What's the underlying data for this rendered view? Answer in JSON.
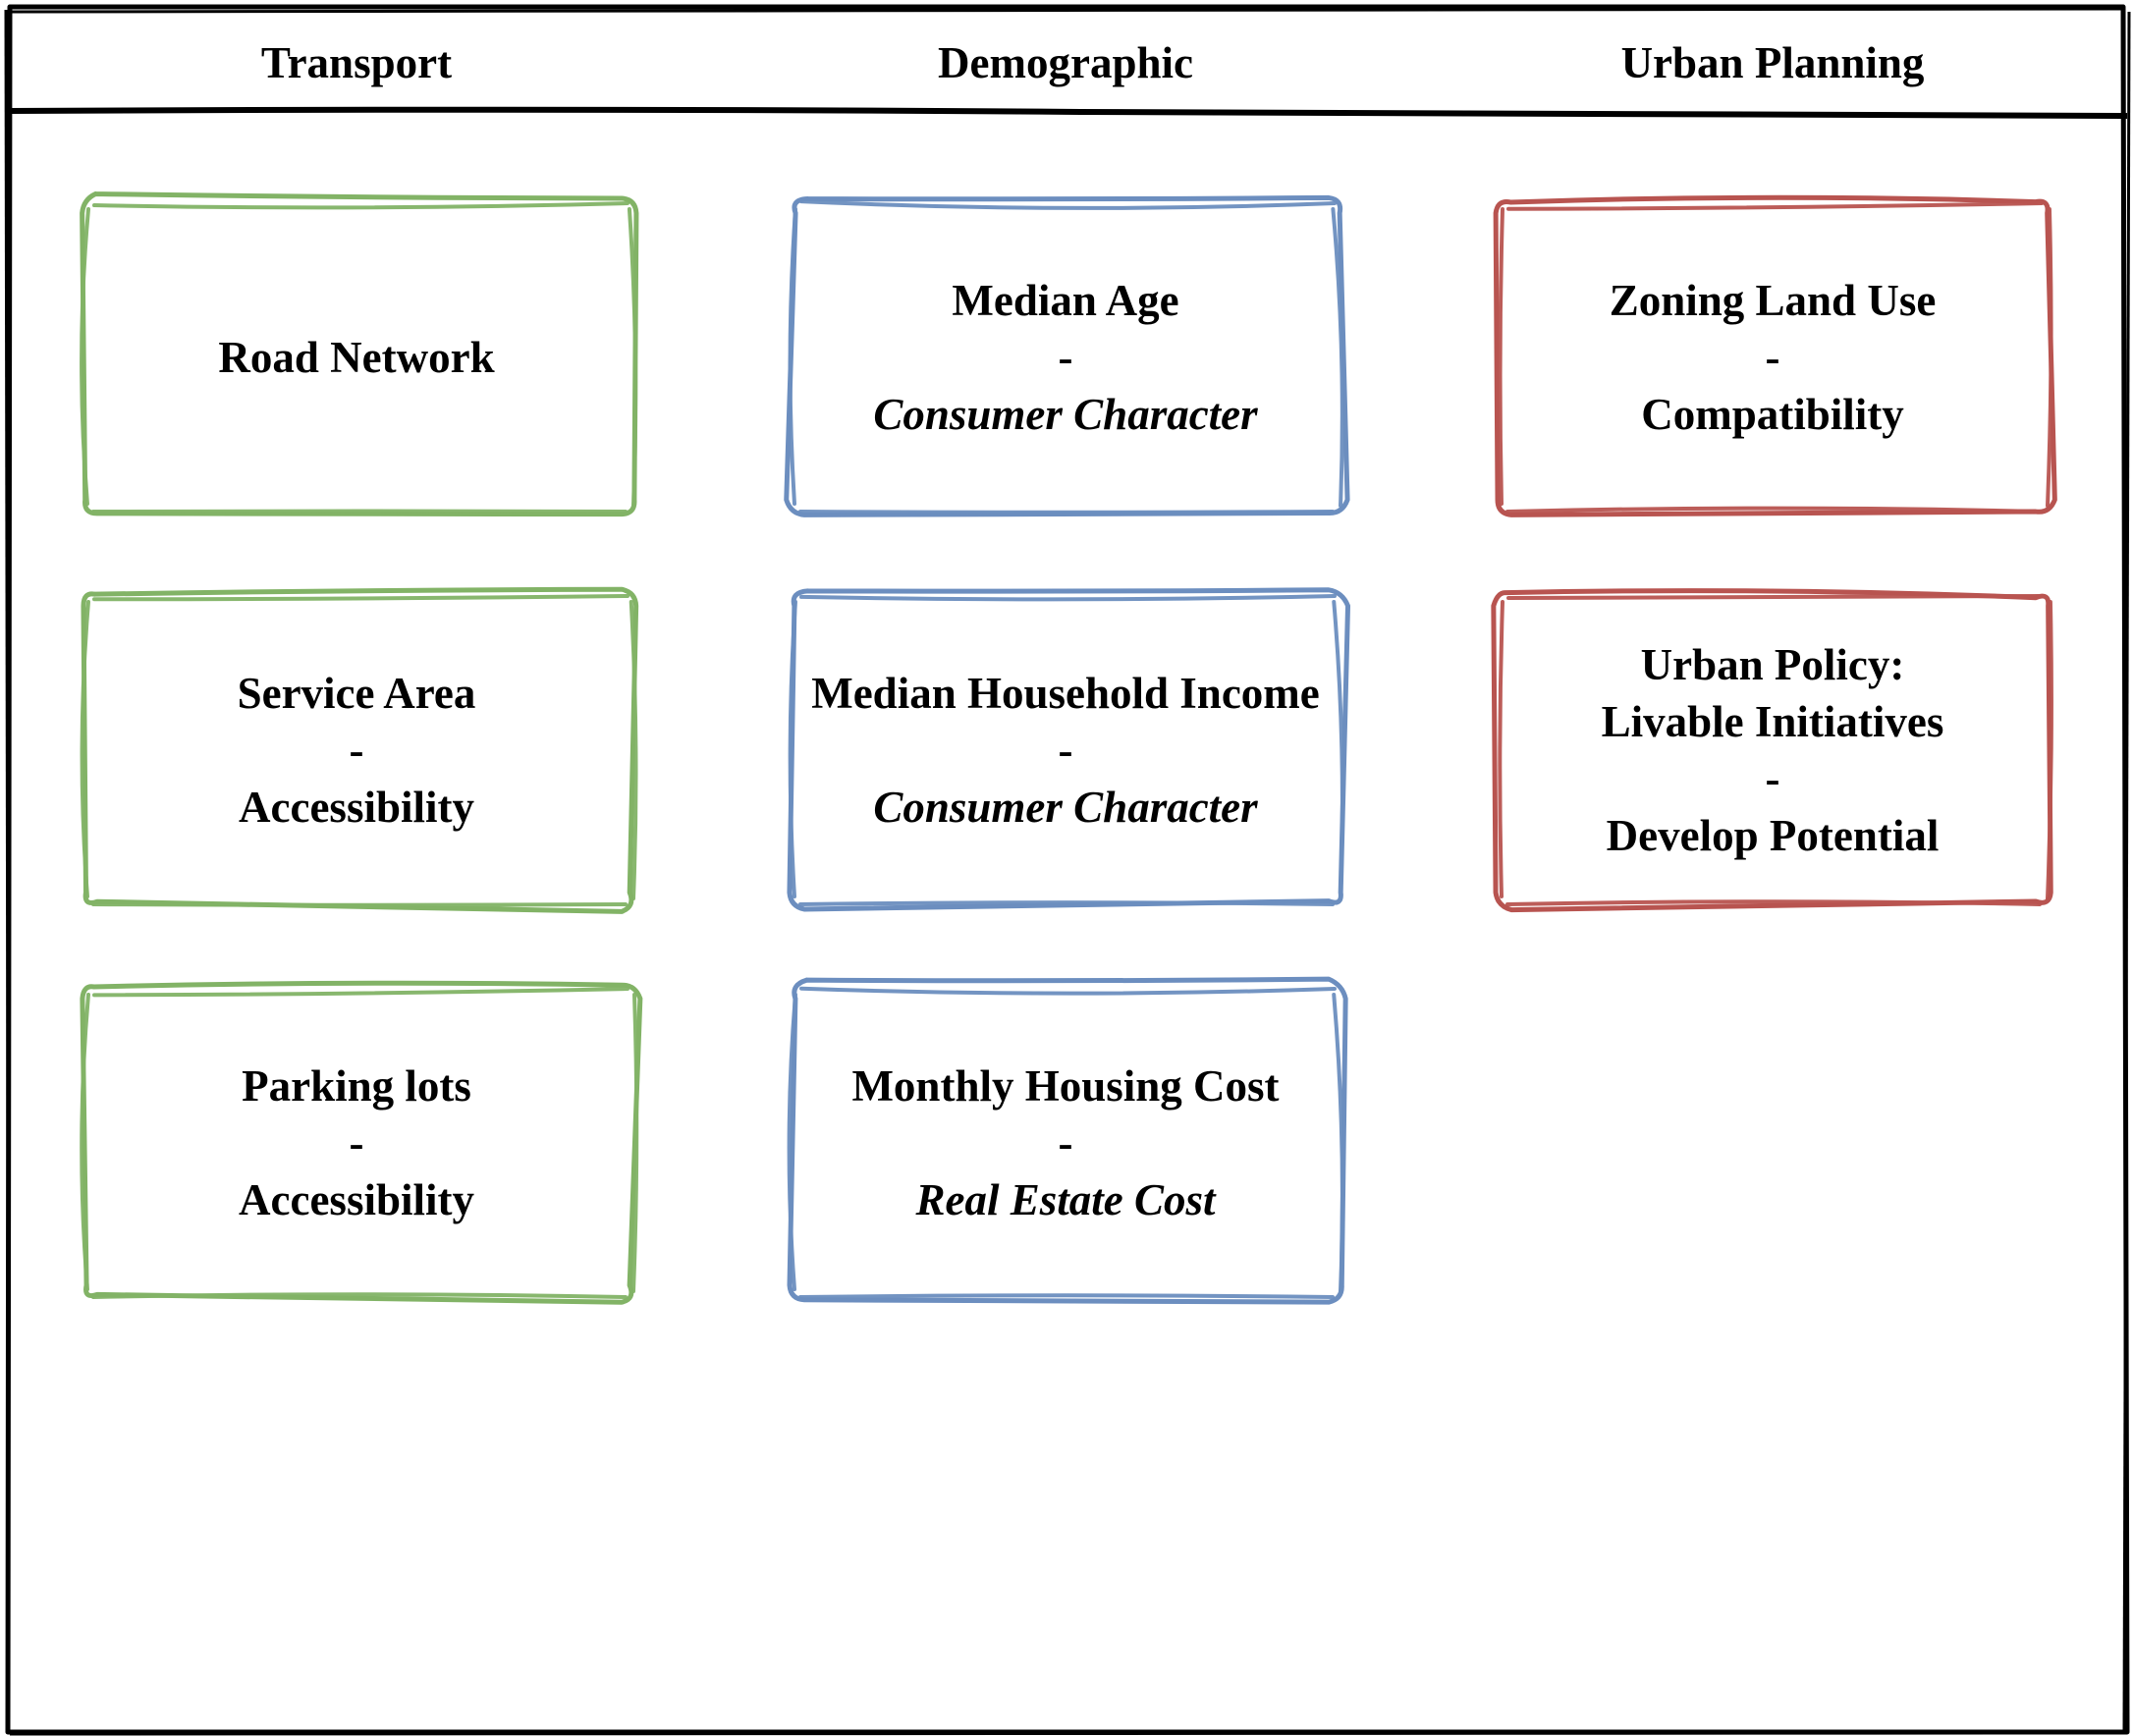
{
  "colors": {
    "frame": "#000000",
    "transport": "#82b366",
    "demographic": "#6c8ebf",
    "urban": "#b85450"
  },
  "columns": [
    {
      "id": "transport",
      "header": "Transport",
      "cards": [
        {
          "lines": [
            {
              "text": "Road Network",
              "italic": false
            }
          ]
        },
        {
          "lines": [
            {
              "text": "Service Area",
              "italic": false
            },
            {
              "text": "-",
              "italic": false
            },
            {
              "text": "Accessibility",
              "italic": false
            }
          ]
        },
        {
          "lines": [
            {
              "text": "Parking lots",
              "italic": false
            },
            {
              "text": "-",
              "italic": false
            },
            {
              "text": "Accessibility",
              "italic": false
            }
          ]
        }
      ]
    },
    {
      "id": "demographic",
      "header": "Demographic",
      "cards": [
        {
          "lines": [
            {
              "text": "Median Age",
              "italic": false
            },
            {
              "text": "-",
              "italic": false
            },
            {
              "text": "Consumer Character",
              "italic": true
            }
          ]
        },
        {
          "lines": [
            {
              "text": "Median Household Income",
              "italic": false
            },
            {
              "text": "-",
              "italic": false
            },
            {
              "text": "Consumer Character",
              "italic": true
            }
          ]
        },
        {
          "lines": [
            {
              "text": "Monthly Housing Cost",
              "italic": false
            },
            {
              "text": "-",
              "italic": false
            },
            {
              "text": "Real Estate Cost",
              "italic": true
            }
          ]
        }
      ]
    },
    {
      "id": "urban",
      "header": "Urban Planning",
      "cards": [
        {
          "lines": [
            {
              "text": "Zoning Land Use",
              "italic": false
            },
            {
              "text": "-",
              "italic": false
            },
            {
              "text": "Compatibility",
              "italic": false
            }
          ]
        },
        {
          "lines": [
            {
              "text": "Urban Policy:",
              "italic": false
            },
            {
              "text": "Livable Initiatives",
              "italic": false
            },
            {
              "text": "-",
              "italic": false
            },
            {
              "text": "Develop Potential",
              "italic": false
            }
          ]
        }
      ]
    }
  ]
}
